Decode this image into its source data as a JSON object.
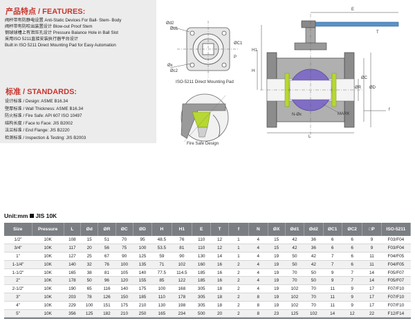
{
  "features": {
    "title": "产品特点 / FEATURES:",
    "lines": [
      "阀杆带有防静电设置   Anti-Static Devices For Ball- Stem- Body",
      "阀杆带有防吹出装置设计   Blow-out Proof Stem",
      "钢球球槽上有泄压孔设计   Pressure Balance Hole in Ball Slot",
      "采用ISO 5211直接安装执行器平台设计",
      "Built in ISO 5211 Direct Mounting Pad for Easy Automation"
    ]
  },
  "standards": {
    "title": "标准 / STANDARDS:",
    "lines": [
      "设计标准 / Design: ASME B16.34",
      "壁厚标准 / Wall Thickness: ASME B16.34",
      "防火标准 / Fire Safe: API 607 ISO 10497",
      "结构长度 / Face to Face: JIS B2002",
      "法兰标准 / End Flange: JIS B2220",
      "检测标准 / Inspection & Testing: JIS B2003"
    ]
  },
  "drawing": {
    "pad_caption": "ISO-5211 Direct Mounting Pad",
    "fire_caption": "Fire Safe Design",
    "labels": {
      "d2": "Ød2",
      "d1": "Ød1",
      "x": "Øx",
      "c1": "ØC1",
      "c2": "Øc2",
      "p": "P",
      "e": "E",
      "t": "T",
      "h1": "H1",
      "h": "H",
      "l": "L",
      "r": "ØR",
      "c": "ØC",
      "dd": "ØD",
      "f": "f",
      "nx": "N-Øx",
      "mark": "MARK"
    },
    "colors": {
      "ball": "#7f6ec4",
      "ball_edge": "#5a4a9e",
      "seat": "#b7d832",
      "handle": "#5a92c8",
      "body": "#8c8c8c"
    }
  },
  "table": {
    "unit_prefix": "Unit:mm",
    "unit_suffix": "JIS 10K",
    "headers": [
      "Size",
      "Pressure",
      "L",
      "Ød",
      "ØR",
      "ØC",
      "ØD",
      "H",
      "H1",
      "E",
      "T",
      "f",
      "N",
      "ØX",
      "Ød1",
      "Ød2",
      "ØC1",
      "ØC2",
      "□P",
      "ISO-5211"
    ],
    "rows": [
      [
        "1/2\"",
        "10K",
        "108",
        "15",
        "51",
        "70",
        "95",
        "48.5",
        "76",
        "110",
        "12",
        "1",
        "4",
        "15",
        "42",
        "36",
        "6",
        "6",
        "9",
        "F03/F04"
      ],
      [
        "3/4\"",
        "10K",
        "117",
        "20",
        "56",
        "75",
        "100",
        "53.5",
        "81",
        "110",
        "12",
        "1",
        "4",
        "15",
        "42",
        "36",
        "6",
        "6",
        "9",
        "F03/F04"
      ],
      [
        "1\"",
        "10K",
        "127",
        "25",
        "67",
        "90",
        "125",
        "59",
        "90",
        "130",
        "14",
        "1",
        "4",
        "19",
        "50",
        "42",
        "7",
        "6",
        "11",
        "F04/F05"
      ],
      [
        "1-1/4\"",
        "10K",
        "140",
        "32",
        "76",
        "100",
        "135",
        "71",
        "102",
        "160",
        "16",
        "2",
        "4",
        "19",
        "50",
        "42",
        "7",
        "6",
        "11",
        "F04/F05"
      ],
      [
        "1-1/2\"",
        "10K",
        "165",
        "38",
        "81",
        "105",
        "140",
        "77.5",
        "114.5",
        "185",
        "16",
        "2",
        "4",
        "19",
        "70",
        "50",
        "9",
        "7",
        "14",
        "F05/F07"
      ],
      [
        "2\"",
        "10K",
        "178",
        "50",
        "96",
        "120",
        "155",
        "85",
        "122",
        "185",
        "16",
        "2",
        "4",
        "19",
        "70",
        "50",
        "9",
        "7",
        "14",
        "F05/F07"
      ],
      [
        "2-1/2\"",
        "10K",
        "190",
        "65",
        "116",
        "140",
        "175",
        "100",
        "168",
        "305",
        "18",
        "2",
        "4",
        "19",
        "102",
        "70",
        "11",
        "9",
        "17",
        "F07/F10"
      ],
      [
        "3\"",
        "10K",
        "203",
        "78",
        "126",
        "150",
        "185",
        "110",
        "178",
        "305",
        "18",
        "2",
        "8",
        "19",
        "102",
        "70",
        "11",
        "9",
        "17",
        "F07/F10"
      ],
      [
        "4\"",
        "10K",
        "229",
        "100",
        "151",
        "175",
        "210",
        "130",
        "198",
        "305",
        "18",
        "2",
        "8",
        "19",
        "102",
        "70",
        "11",
        "9",
        "17",
        "F07/F10"
      ],
      [
        "5\"",
        "10K",
        "356",
        "125",
        "182",
        "210",
        "250",
        "165",
        "234",
        "500",
        "20",
        "2",
        "8",
        "23",
        "125",
        "102",
        "14",
        "12",
        "22",
        "F12/F14"
      ]
    ]
  }
}
